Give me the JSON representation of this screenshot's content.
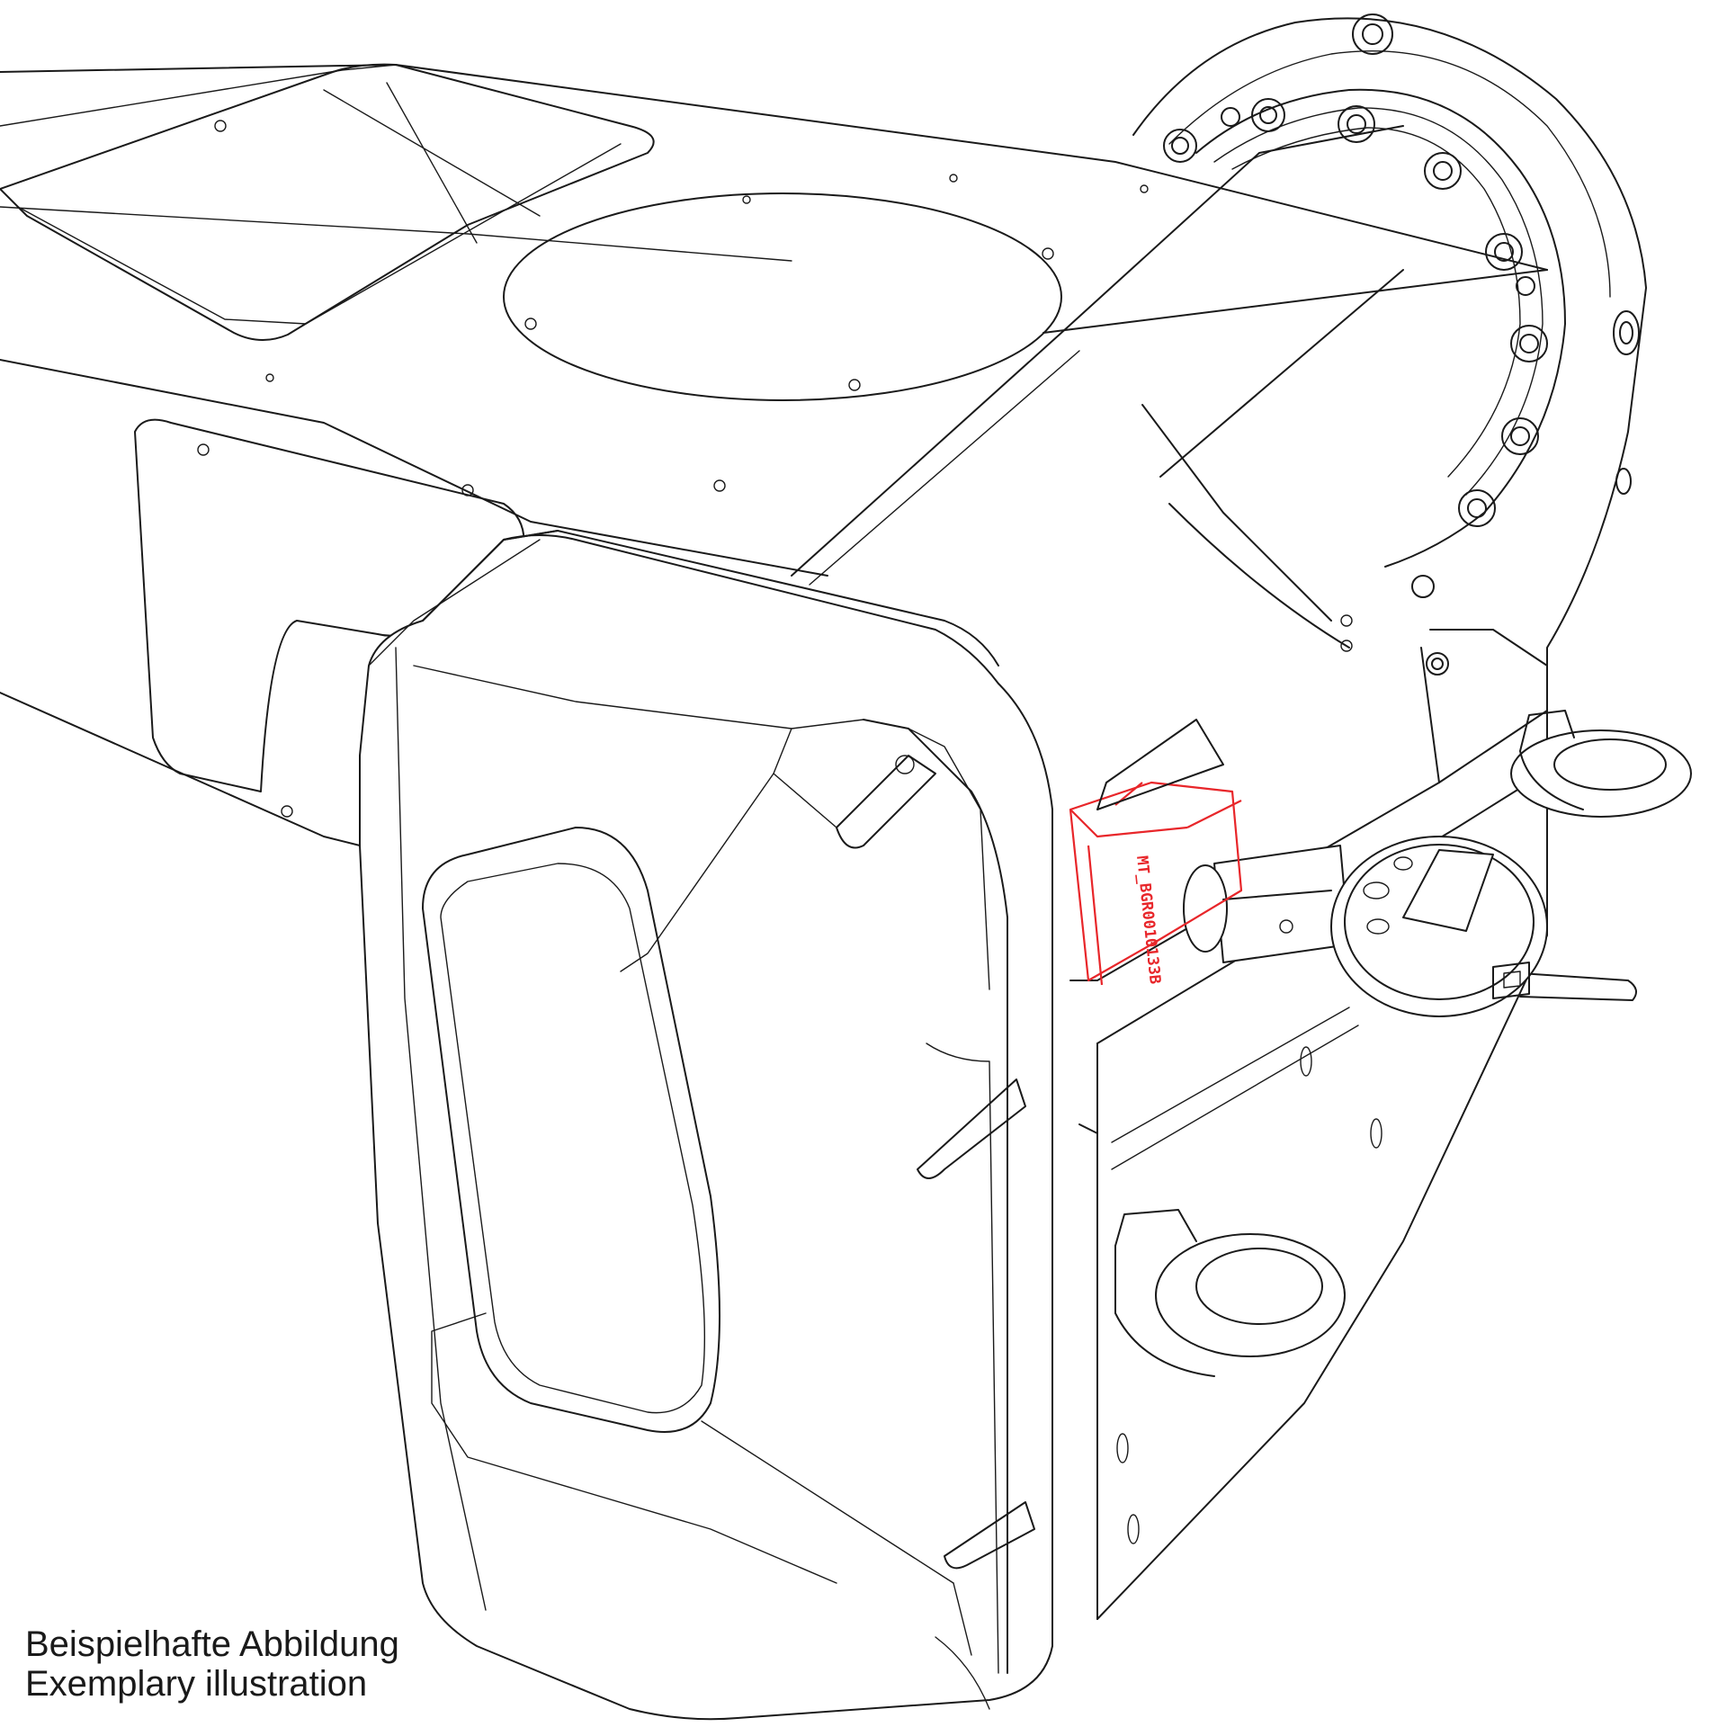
{
  "caption": {
    "line_de": "Beispielhafte Abbildung",
    "line_en": "Exemplary illustration"
  },
  "sensor_label": "MT_BGR0010133B",
  "colors": {
    "line": "#1a1a1a",
    "highlight": "#e8262a",
    "background": "#ffffff"
  }
}
